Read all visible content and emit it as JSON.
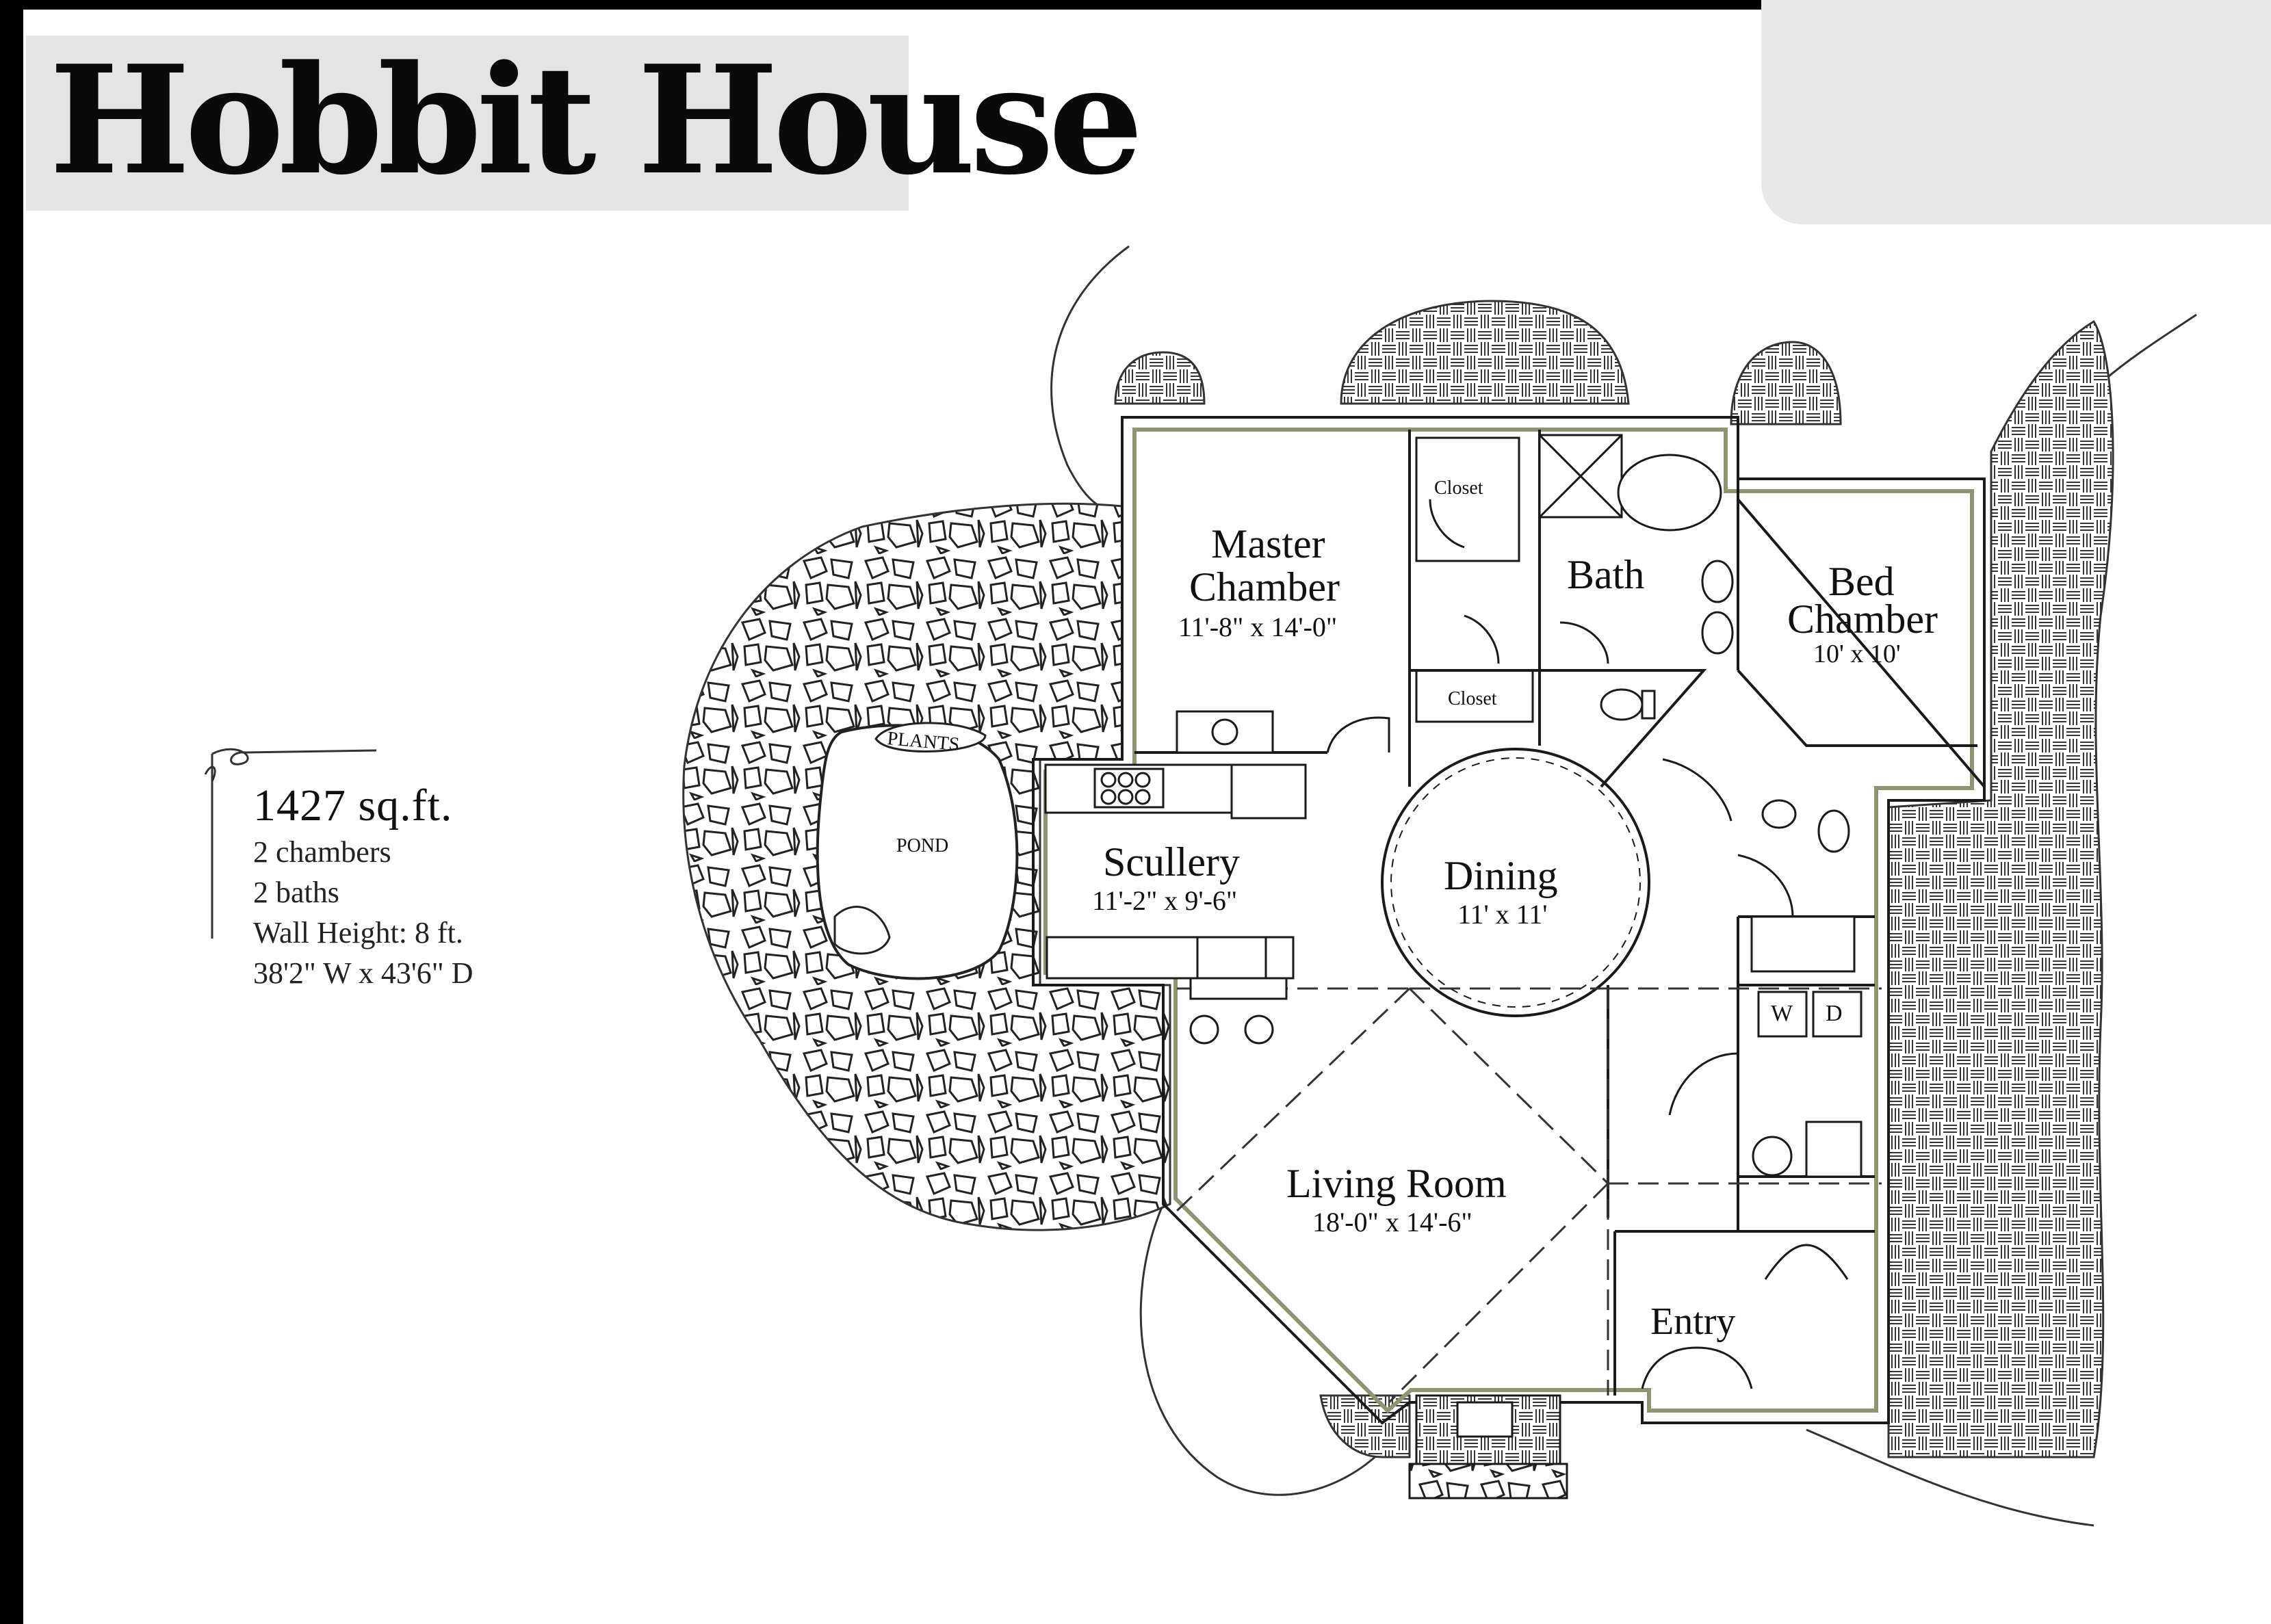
{
  "title": "Hobbit House",
  "summary": {
    "sqft": "1427 sq.ft.",
    "chambers": "2 chambers",
    "baths": "2 baths",
    "wall_height": "Wall Height: 8 ft.",
    "dimensions": "38'2\" W x 43'6\" D"
  },
  "rooms": {
    "master": {
      "name_line1": "Master",
      "name_line2": "Chamber",
      "size": "11'-8\" x 14'-0\""
    },
    "bath": {
      "name": "Bath"
    },
    "bed": {
      "name_line1": "Bed",
      "name_line2": "Chamber",
      "size": "10' x 10'"
    },
    "closet_upper": {
      "name": "Closet"
    },
    "closet_lower": {
      "name": "Closet"
    },
    "scullery": {
      "name": "Scullery",
      "size": "11'-2\" x 9'-6\""
    },
    "dining": {
      "name": "Dining",
      "size": "11' x 11'"
    },
    "living": {
      "name": "Living Room",
      "size": "18'-0\" x 14'-6\""
    },
    "entry": {
      "name": "Entry"
    },
    "plants": {
      "name": "PLANTS"
    },
    "pond": {
      "name": "POND"
    },
    "washer": {
      "name": "W"
    },
    "dryer": {
      "name": "D"
    }
  },
  "colors": {
    "wall_fill": "#c9cdb4",
    "ink": "#1a1a1a",
    "title_bg": "#e4e4e4",
    "corner_bg": "#e8e8e8"
  }
}
